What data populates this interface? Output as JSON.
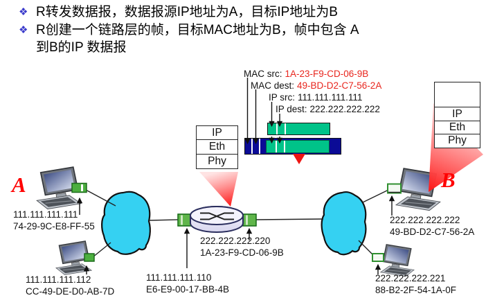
{
  "slide": {
    "bullets": {
      "marker": "❖",
      "items": [
        {
          "line1": "R转发数据报，数据报源IP地址为A，目标IP地址为B",
          "line2": ""
        },
        {
          "line1": "R创建一个链路层的帧，目标MAC地址为B，帧中包含 A",
          "line2": "到B的IP 数据报"
        }
      ]
    }
  },
  "packet": {
    "mac_src_label": "MAC src:",
    "mac_src_value": "1A-23-F9-CD-06-9B",
    "mac_dest_label": "MAC dest:",
    "mac_dest_value": "49-BD-D2-C7-56-2A",
    "ip_src_label": "IP src:",
    "ip_src_value": "111.111.111.111",
    "ip_dest_label": "IP dest:",
    "ip_dest_value": "222.222.222.222"
  },
  "stacks": {
    "left": {
      "layers": [
        "IP",
        "Eth",
        "Phy"
      ]
    },
    "right": {
      "layers": [
        "IP",
        "Eth",
        "Phy"
      ]
    }
  },
  "router": {
    "right_ip": "222.222.222.220",
    "right_mac": "1A-23-F9-CD-06-9B",
    "left_ip": "111.111.111.110",
    "left_mac": "E6-E9-00-17-BB-4B"
  },
  "hosts": {
    "a": {
      "letter": "A",
      "ip": "111.111.111.111",
      "mac": "74-29-9C-E8-FF-55"
    },
    "a2": {
      "ip": "111.111.111.112",
      "mac": "CC-49-DE-D0-AB-7D"
    },
    "b": {
      "letter": "B",
      "ip": "222.222.222.222",
      "mac": "49-BD-D2-C7-56-2A"
    },
    "b2": {
      "ip": "222.222.222.221",
      "mac": "88-B2-2F-54-1A-0F"
    }
  },
  "colors": {
    "datagram_green": "#00c389",
    "frame_navy": "#0b0b96",
    "cloud_cyan": "#35d1f2",
    "beam_red": "#ff1a1a",
    "label_red": "#e8251d",
    "bullet_blue": "#3a3acb"
  }
}
